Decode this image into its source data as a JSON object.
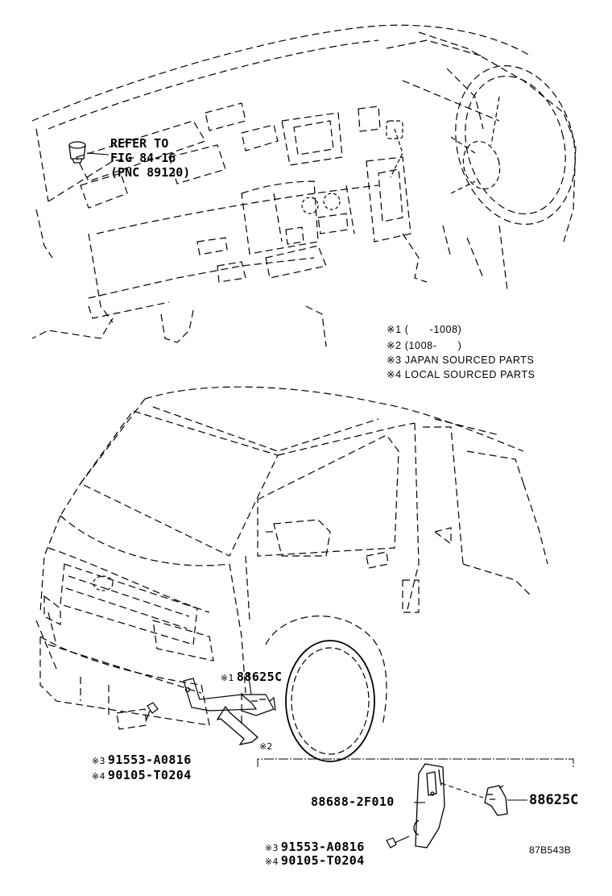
{
  "refer": {
    "line1": "REFER TO",
    "line2": "FIG 84-16",
    "line3": "(PNC 89120)"
  },
  "legend": [
    {
      "mark": "※1",
      "text": "(　　-1008)"
    },
    {
      "mark": "※2",
      "text": "(1008-　　)"
    },
    {
      "mark": "※3",
      "text": "JAPAN SOURCED PARTS"
    },
    {
      "mark": "※4",
      "text": "LOCAL SOURCED PARTS"
    }
  ],
  "callouts": {
    "mark1": "※1",
    "part_88625c_a": "88625C",
    "mark2": "※2",
    "upper_mark3": "※3",
    "upper_bolt_japan": "91553-A0816",
    "upper_mark4": "※4",
    "upper_bolt_local": "90105-T0204",
    "bracket": "88688-2F010",
    "part_88625c_b": "88625C",
    "lower_mark3": "※3",
    "lower_bolt_japan": "91553-A0816",
    "lower_mark4": "※4",
    "lower_bolt_local": "90105-T0204"
  },
  "diagram_code": "87B543B"
}
